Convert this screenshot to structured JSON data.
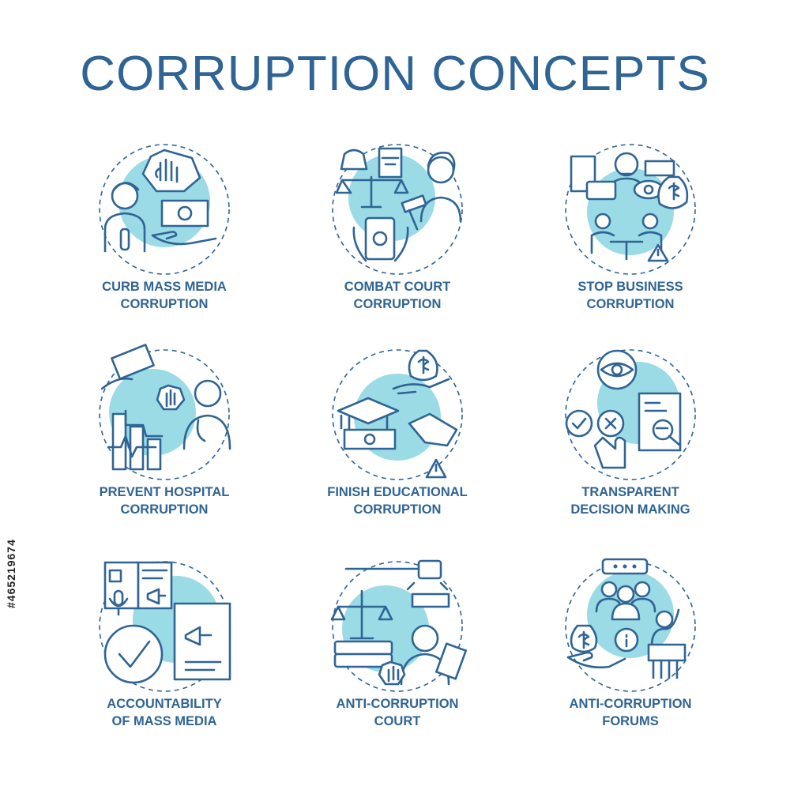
{
  "title": "CORRUPTION CONCEPTS",
  "accent_color": "#2f6494",
  "highlight_color": "#9adbe6",
  "stock_id": "#465219674",
  "concepts": [
    {
      "line1": "CURB MASS MEDIA",
      "line2": "CORRUPTION",
      "icon": "shield-stop-hand-reporter-money-icon"
    },
    {
      "line1": "COMBAT COURT",
      "line2": "CORRUPTION",
      "icon": "scales-law-book-gavel-judge-icon"
    },
    {
      "line1": "STOP BUSINESS",
      "line2": "CORRUPTION",
      "icon": "businessman-briefcase-money-bag-icon"
    },
    {
      "line1": "PREVENT HOSPITAL",
      "line2": "CORRUPTION",
      "icon": "doctor-heart-chart-bribe-icon"
    },
    {
      "line1": "FINISH EDUCATIONAL",
      "line2": "CORRUPTION",
      "icon": "graduation-cap-handshake-money-icon"
    },
    {
      "line1": "TRANSPARENT",
      "line2": "DECISION MAKING",
      "icon": "eye-check-cross-document-icon"
    },
    {
      "line1": "ACCOUNTABILITY",
      "line2": "OF MASS MEDIA",
      "icon": "newspaper-checkmark-microphone-icon"
    },
    {
      "line1": "ANTI-CORRUPTION",
      "line2": "COURT",
      "icon": "gavel-scales-book-judge-icon"
    },
    {
      "line1": "ANTI-CORRUPTION",
      "line2": "FORUMS",
      "icon": "audience-speaker-podium-money-icon"
    }
  ]
}
